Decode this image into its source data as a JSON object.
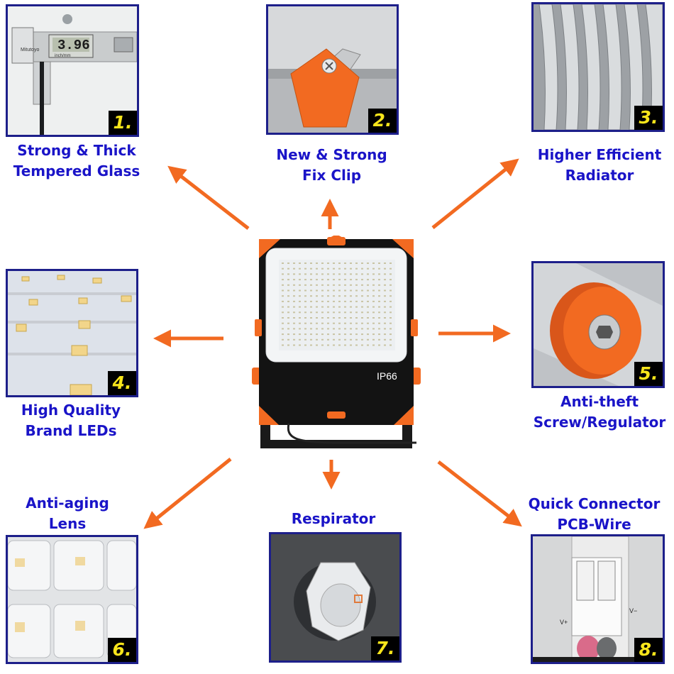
{
  "features": [
    {
      "number": "1.",
      "caption": "Strong & Thick\nTempered Glass",
      "caliper_reading": "3.96",
      "caliper_brand": "Mitutoyo",
      "caliper_units": "inch/mm"
    },
    {
      "number": "2.",
      "caption": "New & Strong\nFix Clip"
    },
    {
      "number": "3.",
      "caption": "Higher Efficient\nRadiator"
    },
    {
      "number": "4.",
      "caption": "High Quality\nBrand LEDs"
    },
    {
      "number": "5.",
      "caption": "Anti-theft\nScrew/Regulator"
    },
    {
      "number": "6.",
      "caption": "Anti-aging\nLens"
    },
    {
      "number": "7.",
      "caption": "Respirator"
    },
    {
      "number": "8.",
      "caption": "Quick Connector\nPCB-Wire",
      "v_plus": "V+",
      "v_minus": "V−"
    }
  ],
  "center_product": {
    "rating_label": "IP66"
  },
  "colors": {
    "caption": "#1a14c8",
    "panel_border": "#1d1f8a",
    "badge_text": "#f7e51b",
    "arrow": "#f26a21",
    "accent_orange": "#f26a21"
  }
}
